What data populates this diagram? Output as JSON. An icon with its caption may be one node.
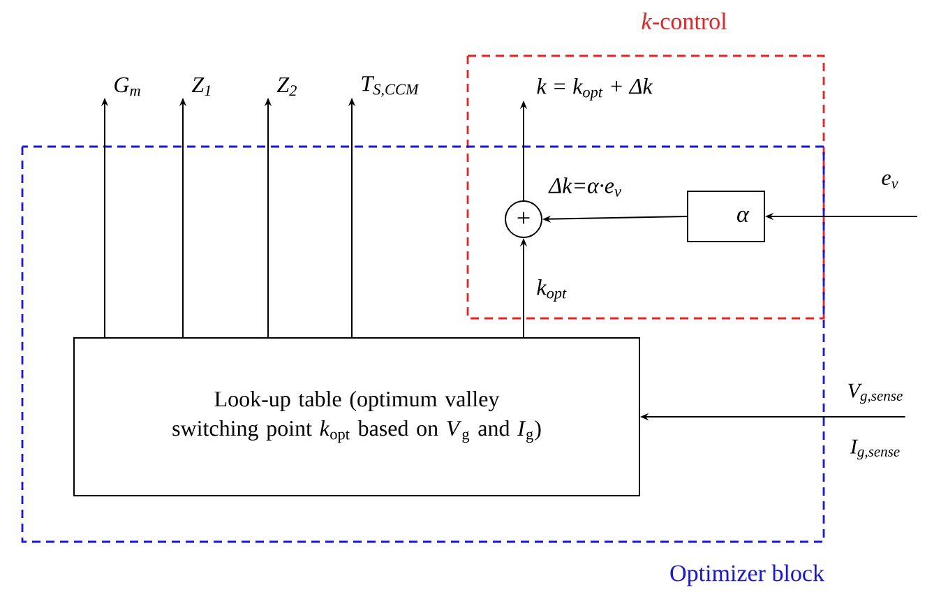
{
  "diagram": {
    "nodes": [
      {
        "text": [
          "Look-up table (optimum valley switching point *k*$_{opt}$ based on *V*$_{g}$ and *I*$_{g}$)"
        ]
      },
      {
        "text": [
          "+"
        ]
      },
      {
        "text": [
          "α"
        ]
      },
      {
        "text": [
          "G$_{m}$"
        ]
      },
      {
        "text": [
          "Z$_{1}$"
        ]
      },
      {
        "text": [
          "Z$_{2}$"
        ]
      },
      {
        "text": [
          "T$_{S,CCM}$"
        ]
      },
      {
        "text": [
          "k = k$_{opt}$ + Δk"
        ]
      },
      {
        "text": [
          "e$_{v}$"
        ]
      },
      {
        "text": [
          "V$_{g,sense}$",
          "I$_{g,sense}$"
        ]
      }
    ],
    "edges": [
      {
        "from": 0,
        "to": 3,
        "arrow": "to"
      },
      {
        "from": 0,
        "to": 4,
        "arrow": "to"
      },
      {
        "from": 0,
        "to": 5,
        "arrow": "to"
      },
      {
        "from": 0,
        "to": 6,
        "arrow": "to"
      },
      {
        "from": 0,
        "to": 1,
        "arrow": "to",
        "label": "k$_{opt}$"
      },
      {
        "from": 1,
        "to": 7,
        "arrow": "to"
      },
      {
        "from": 2,
        "to": 1,
        "arrow": "to",
        "label": "Δk=α·e$_{v}$"
      },
      {
        "from": 8,
        "to": 2,
        "arrow": "to"
      },
      {
        "from": 9,
        "to": 0,
        "arrow": "to"
      }
    ],
    "labels": [
      "*k*-control",
      "Optimizer block"
    ]
  }
}
